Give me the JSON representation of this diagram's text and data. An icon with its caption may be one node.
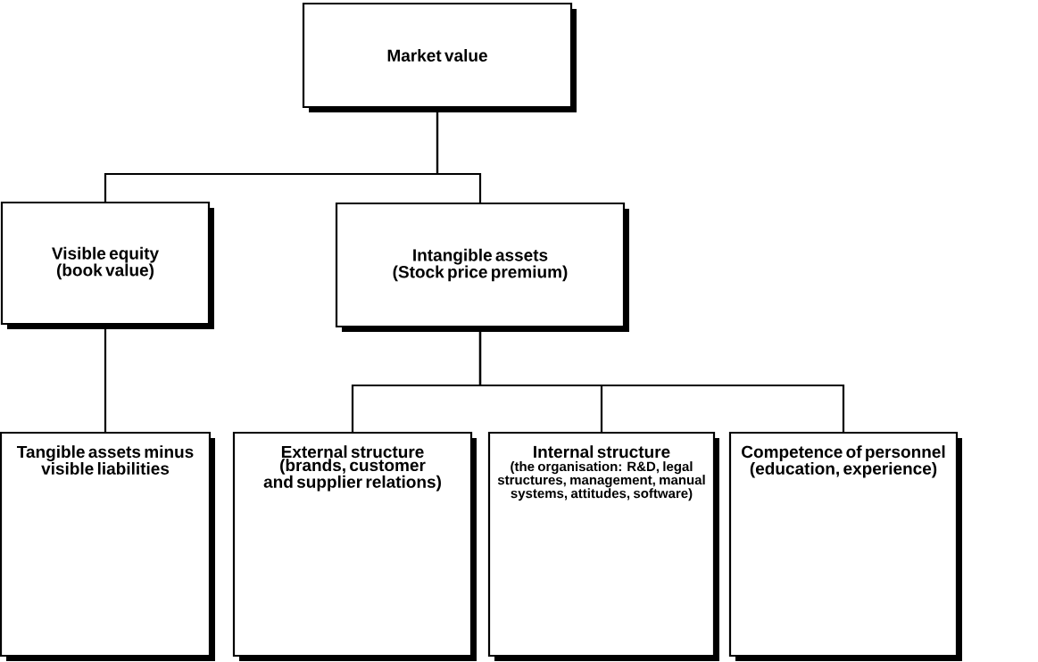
{
  "diagram": {
    "nodes": [
      {
        "text": [
          "Market value"
        ]
      },
      {
        "text": [
          "Visible equity (book value)"
        ]
      },
      {
        "text": [
          "Intangible assets (Stock price premium)"
        ]
      },
      {
        "text": [
          "Tangible assets minus visible liabilities"
        ]
      },
      {
        "text": [
          "External structure (brands, customer and supplier relations)"
        ]
      },
      {
        "text": [
          "Internal structure",
          "(the organisation: R&D, legal structures, management, manual systems, attitudes, software)"
        ]
      },
      {
        "text": [
          "Competence of personnel (education, experience)"
        ]
      }
    ],
    "edges": [
      {
        "from": 0,
        "to": 1,
        "arrow": "none"
      },
      {
        "from": 0,
        "to": 2,
        "arrow": "none"
      },
      {
        "from": 1,
        "to": 3,
        "arrow": "none"
      },
      {
        "from": 2,
        "to": 4,
        "arrow": "none"
      },
      {
        "from": 2,
        "to": 5,
        "arrow": "none"
      },
      {
        "from": 2,
        "to": 6,
        "arrow": "none"
      }
    ]
  }
}
